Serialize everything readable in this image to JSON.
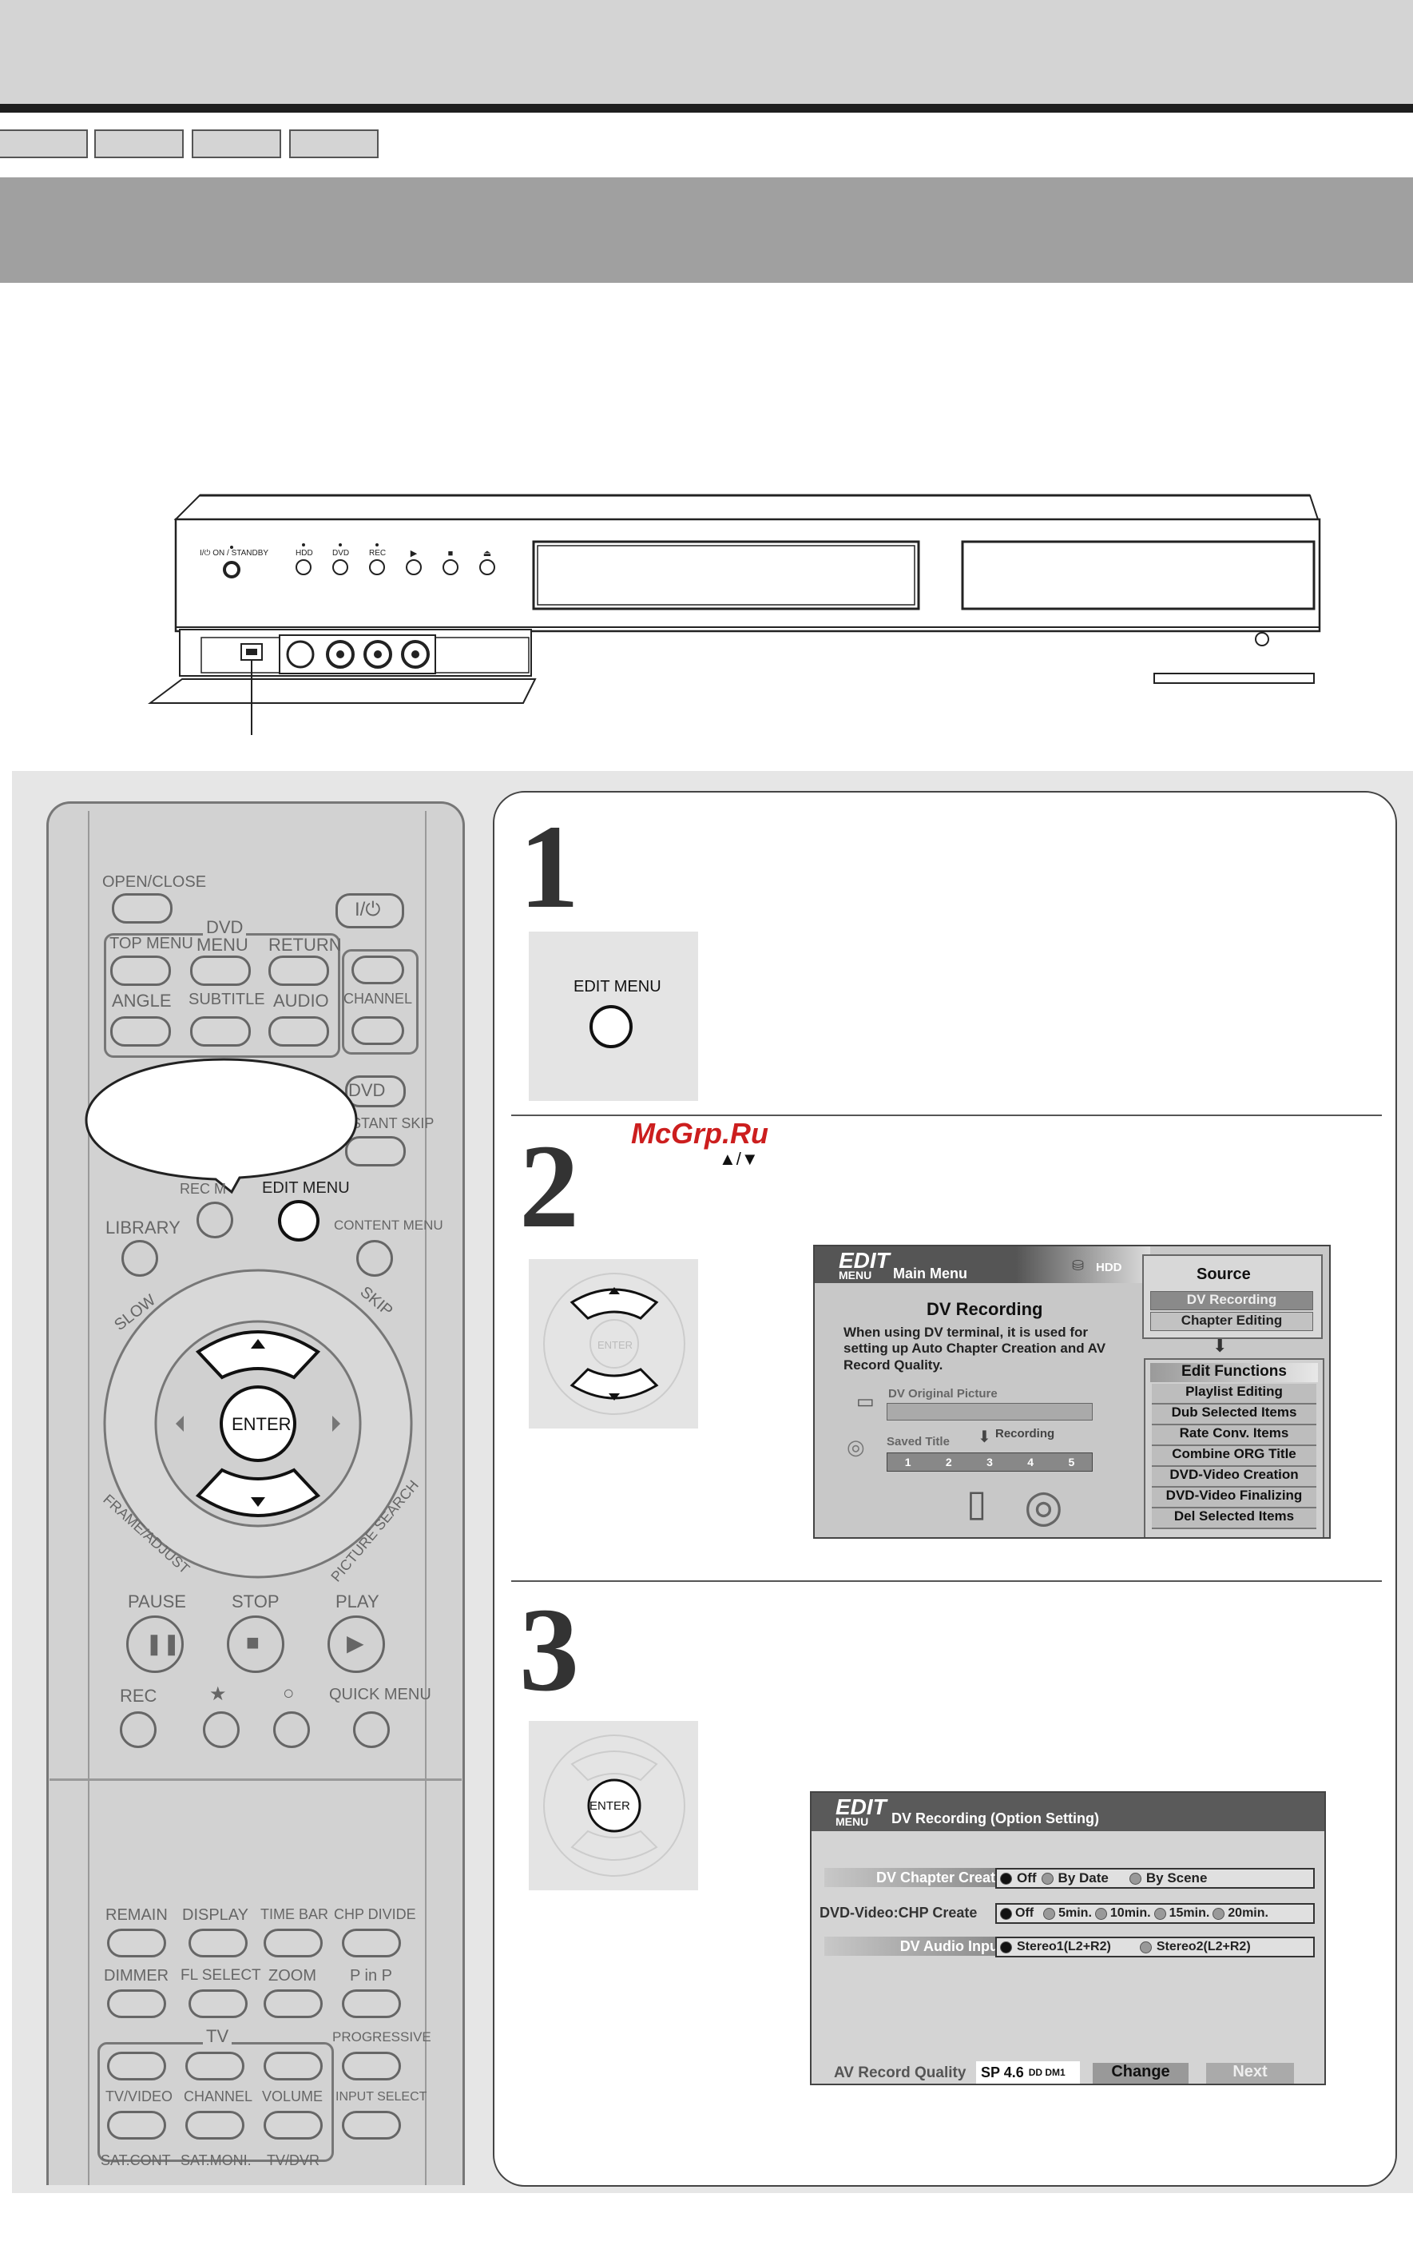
{
  "header": {
    "tabs": [
      "",
      "",
      "",
      ""
    ]
  },
  "device": {
    "labels": {
      "power": "I/⏻ ON / STANDBY",
      "hdd": "HDD",
      "dvd": "DVD",
      "rec": "REC"
    }
  },
  "remote": {
    "open_close": "OPEN/CLOSE",
    "dvd_group": "DVD",
    "top_menu": "TOP MENU",
    "menu": "MENU",
    "return": "RETURN",
    "angle": "ANGLE",
    "subtitle": "SUBTITLE",
    "audio": "AUDIO",
    "channel": "CHANNEL",
    "dvd_btn": "DVD",
    "instant_skip": "STANT SKIP",
    "rec_menu": "REC M",
    "edit_menu": "EDIT MENU",
    "library": "LIBRARY",
    "content_menu": "CONTENT MENU",
    "slow": "SLOW",
    "skip": "SKIP",
    "enter": "ENTER",
    "frame_adjust": "FRAME/ADJUST",
    "picture_search": "PICTURE SEARCH",
    "pause": "PAUSE",
    "stop": "STOP",
    "play": "PLAY",
    "rec": "REC",
    "star": "★",
    "circle": "○",
    "quick_menu": "QUICK MENU",
    "remain": "REMAIN",
    "display": "DISPLAY",
    "time_bar": "TIME BAR",
    "chp_divide": "CHP DIVIDE",
    "dimmer": "DIMMER",
    "fl_select": "FL SELECT",
    "zoom": "ZOOM",
    "p_in_p": "P in P",
    "tv_group": "TV",
    "progressive": "PROGRESSIVE",
    "tv_video": "TV/VIDEO",
    "channel2": "CHANNEL",
    "volume": "VOLUME",
    "input_select": "INPUT SELECT",
    "sat_cont": "SAT.CONT",
    "sat_moni": "SAT.MONI.",
    "tv_dvr": "TV/DVR"
  },
  "steps": {
    "s1": {
      "num": "1",
      "button_label": "EDIT MENU"
    },
    "s2": {
      "num": "2",
      "watermark": "McGrp.Ru",
      "arrows": "▲/▼",
      "enter": "ENTER"
    },
    "s3": {
      "num": "3",
      "enter": "ENTER"
    }
  },
  "osd1": {
    "logo": "EDIT",
    "logo_sub": "MENU",
    "title": "Main Menu",
    "hdd": "HDD",
    "source_header": "Source",
    "source_items": [
      "DV Recording",
      "Chapter Editing"
    ],
    "heading": "DV Recording",
    "desc": "When using DV terminal, it is used for setting up Auto Chapter Creation and AV Record Quality.",
    "dv_original": "DV Original Picture",
    "saved_title": "Saved Title",
    "recording": "Recording",
    "slots": [
      "1",
      "2",
      "3",
      "4",
      "5"
    ],
    "edit_functions": "Edit Functions",
    "fn_items": [
      "Playlist Editing",
      "Dub Selected Items",
      "Rate Conv. Items",
      "Combine ORG Title",
      "DVD-Video Creation",
      "DVD-Video Finalizing",
      "Del Selected Items"
    ]
  },
  "osd2": {
    "logo": "EDIT",
    "logo_sub": "MENU",
    "title": "DV Recording (Option Setting)",
    "rows": [
      {
        "label": "DV Chapter Create",
        "options": [
          "Off",
          "By Date",
          "By Scene"
        ]
      },
      {
        "label": "DVD-Video:CHP Create",
        "options": [
          "Off",
          "5min.",
          "10min.",
          "15min.",
          "20min."
        ]
      },
      {
        "label": "DV Audio Input",
        "options": [
          "Stereo1(L2+R2)",
          "Stereo2(L2+R2)"
        ]
      }
    ],
    "quality_label": "AV Record Quality",
    "quality_value": "SP 4.6",
    "quality_audio": "DD DM1",
    "change": "Change",
    "next": "Next"
  }
}
